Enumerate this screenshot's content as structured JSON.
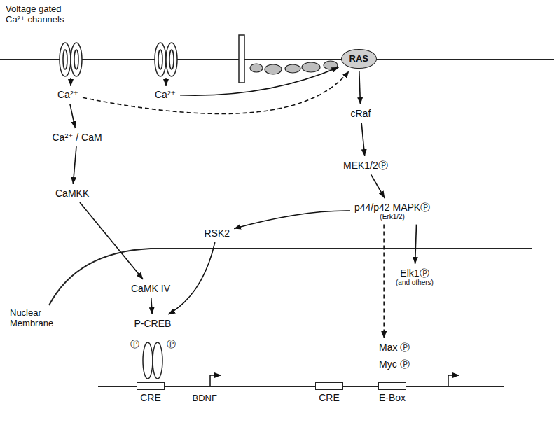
{
  "diagram": {
    "nodes": [
      {
        "text": [
          "Ca²⁺"
        ]
      },
      {
        "text": [
          "Ca²⁺"
        ]
      },
      {
        "text": [
          "RAS"
        ]
      },
      {
        "text": [
          "cRaf"
        ]
      },
      {
        "text": [
          "Ca²⁺ / CaM"
        ]
      },
      {
        "text": [
          "MEK1/2Ⓟ"
        ]
      },
      {
        "text": [
          "CaMKK"
        ]
      },
      {
        "text": [
          "p44/p42 MAPKⓅ",
          "(Erk1/2)"
        ]
      },
      {
        "text": [
          "RSK2"
        ]
      },
      {
        "text": [
          "CaMK IV"
        ]
      },
      {
        "text": [
          "Elk1Ⓟ",
          "(and others)"
        ]
      },
      {
        "text": [
          "P-CREB"
        ]
      },
      {
        "text": [
          "Max Ⓟ"
        ]
      },
      {
        "text": [
          "Myc Ⓟ"
        ]
      },
      {
        "text": [
          "CRE"
        ]
      },
      {
        "text": [
          "CRE"
        ]
      },
      {
        "text": [
          "E-Box"
        ]
      }
    ],
    "edges": [
      {
        "from": 0,
        "to": 4,
        "arrow": "to"
      },
      {
        "from": 0,
        "to": 2,
        "arrow": "to"
      },
      {
        "from": 1,
        "to": 2,
        "arrow": "to"
      },
      {
        "from": 2,
        "to": 3,
        "arrow": "to"
      },
      {
        "from": 3,
        "to": 5,
        "arrow": "to"
      },
      {
        "from": 5,
        "to": 7,
        "arrow": "to"
      },
      {
        "from": 4,
        "to": 6,
        "arrow": "to"
      },
      {
        "from": 6,
        "to": 9,
        "arrow": "to"
      },
      {
        "from": 7,
        "to": 8,
        "arrow": "to"
      },
      {
        "from": 8,
        "to": 11,
        "arrow": "to"
      },
      {
        "from": 9,
        "to": 11,
        "arrow": "to"
      },
      {
        "from": 7,
        "to": 10,
        "arrow": "to"
      },
      {
        "from": 7,
        "to": 12,
        "arrow": "to"
      }
    ],
    "labels": [
      "Voltage gated Ca²⁺ channels",
      "Nuclear Membrane",
      "BDNF",
      "Ⓟ",
      "Ⓟ"
    ]
  }
}
